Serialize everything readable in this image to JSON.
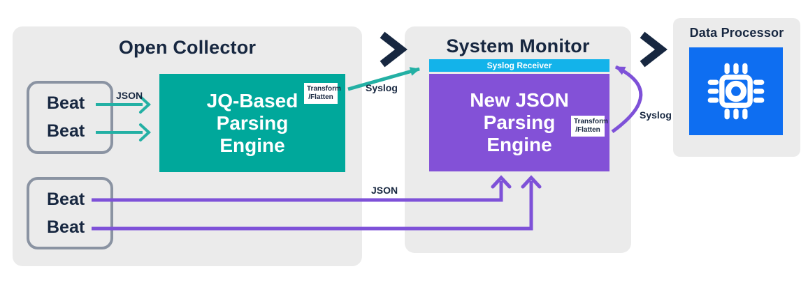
{
  "colors": {
    "navy": "#172740",
    "panel": "#ebebeb",
    "teal_box": "#00a89b",
    "teal_arrow": "#23b0a4",
    "purple_box": "#8351d7",
    "purple_arrow": "#7e51d8",
    "cyan_bar": "#13b3ea",
    "blue_square": "#0e6ef1",
    "box_border": "#8a93a2"
  },
  "open_collector": {
    "title": "Open Collector",
    "beats_top": [
      "Beat",
      "Beat"
    ],
    "beats_bottom": [
      "Beat",
      "Beat"
    ],
    "engine": {
      "line1": "JQ-Based",
      "line2": "Parsing",
      "line3": "Engine"
    },
    "badge": {
      "line1": "Transform",
      "line2": "/Flatten"
    }
  },
  "system_monitor": {
    "title": "System Monitor",
    "receiver": "Syslog Receiver",
    "engine": {
      "line1": "New JSON",
      "line2": "Parsing",
      "line3": "Engine"
    },
    "badge": {
      "line1": "Transform",
      "line2": "/Flatten"
    }
  },
  "data_processor": {
    "title": "Data Processor"
  },
  "flow_labels": {
    "json_top": "JSON",
    "syslog_top": "Syslog",
    "json_bottom": "JSON",
    "syslog_right": "Syslog"
  },
  "flows": [
    {
      "from": "Beat (top group)",
      "to": "JQ-Based Parsing Engine",
      "label": "JSON"
    },
    {
      "from": "JQ-Based Parsing Engine",
      "to": "Syslog Receiver",
      "label": "Syslog"
    },
    {
      "from": "Beat (bottom group)",
      "to": "New JSON Parsing Engine",
      "label": "JSON"
    },
    {
      "from": "New JSON Parsing Engine",
      "to": "Syslog Receiver",
      "label": "Syslog"
    }
  ]
}
